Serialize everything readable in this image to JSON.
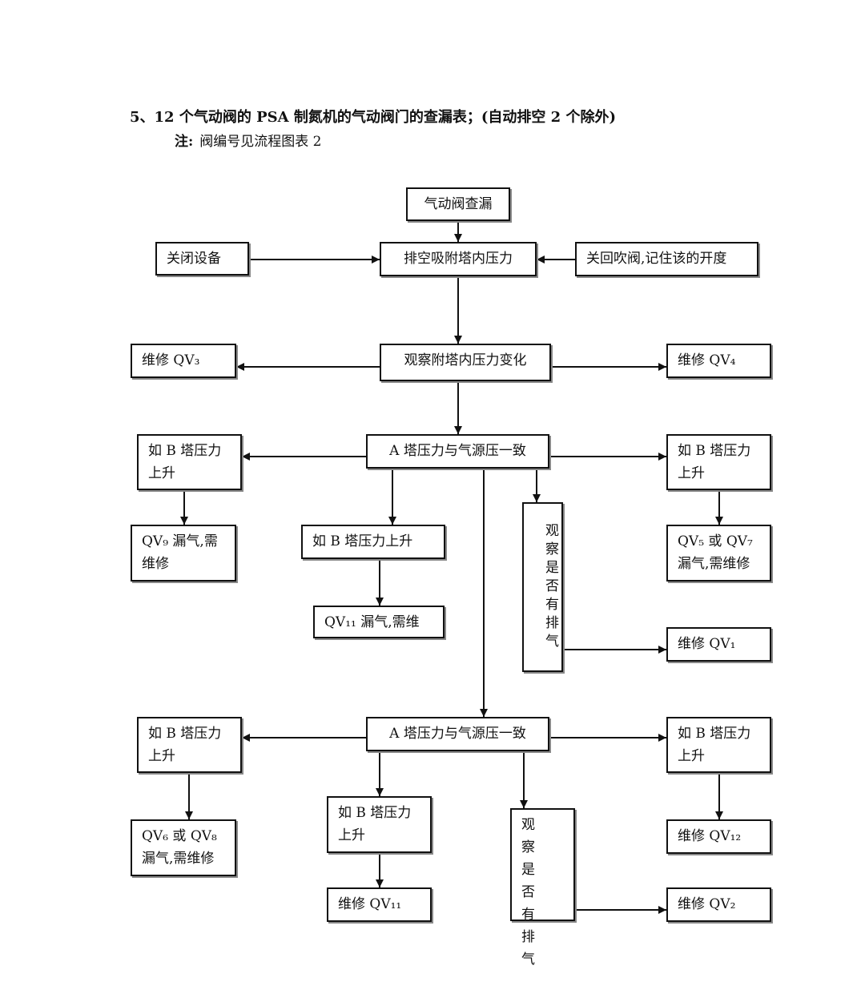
{
  "header": {
    "title": "5、12 个气动阀的 PSA 制氮机的气动阀门的查漏表；(自动排空 2 个除外)",
    "note_label": "注:",
    "note_text": "阀编号见流程图表 2"
  },
  "nodes": {
    "start": "气动阀查漏",
    "close_equipment": "关闭设备",
    "vent_pressure": "排空吸附塔内压力",
    "close_blowback": "关回吹阀,记住该的开度",
    "observe_pressure": "观察附塔内压力变化",
    "repair_qv3": "维修 QV₃",
    "repair_qv4": "维修 QV₄",
    "a_equal_1": "A 塔压力与气源压一致",
    "b_rise_left_1": "如 B 塔压力上升",
    "b_rise_mid_1": "如 B 塔压力上升",
    "b_rise_right_1": "如 B 塔压力上升",
    "qv9_leak": "QV₉ 漏气,需维修",
    "qv11_leak": "QV₁₁ 漏气,需维",
    "observe_exhaust_1": "观察是否有排气",
    "qv5_qv7_leak": "QV₅ 或 QV₇ 漏气,需维修",
    "repair_qv1": "维修 QV₁",
    "a_equal_2": "A 塔压力与气源压一致",
    "b_rise_left_2": "如 B 塔压力上升",
    "b_rise_mid_2": "如 B 塔压力上升",
    "b_rise_right_2": "如 B 塔压力上升",
    "qv6_qv8_leak": "QV₆ 或 QV₈ 漏气,需维修",
    "repair_qv11": "维修 QV₁₁",
    "observe_exhaust_2": "观察是否有排气",
    "repair_qv12": "维修 QV₁₂",
    "repair_qv2": "维修 QV₂"
  }
}
